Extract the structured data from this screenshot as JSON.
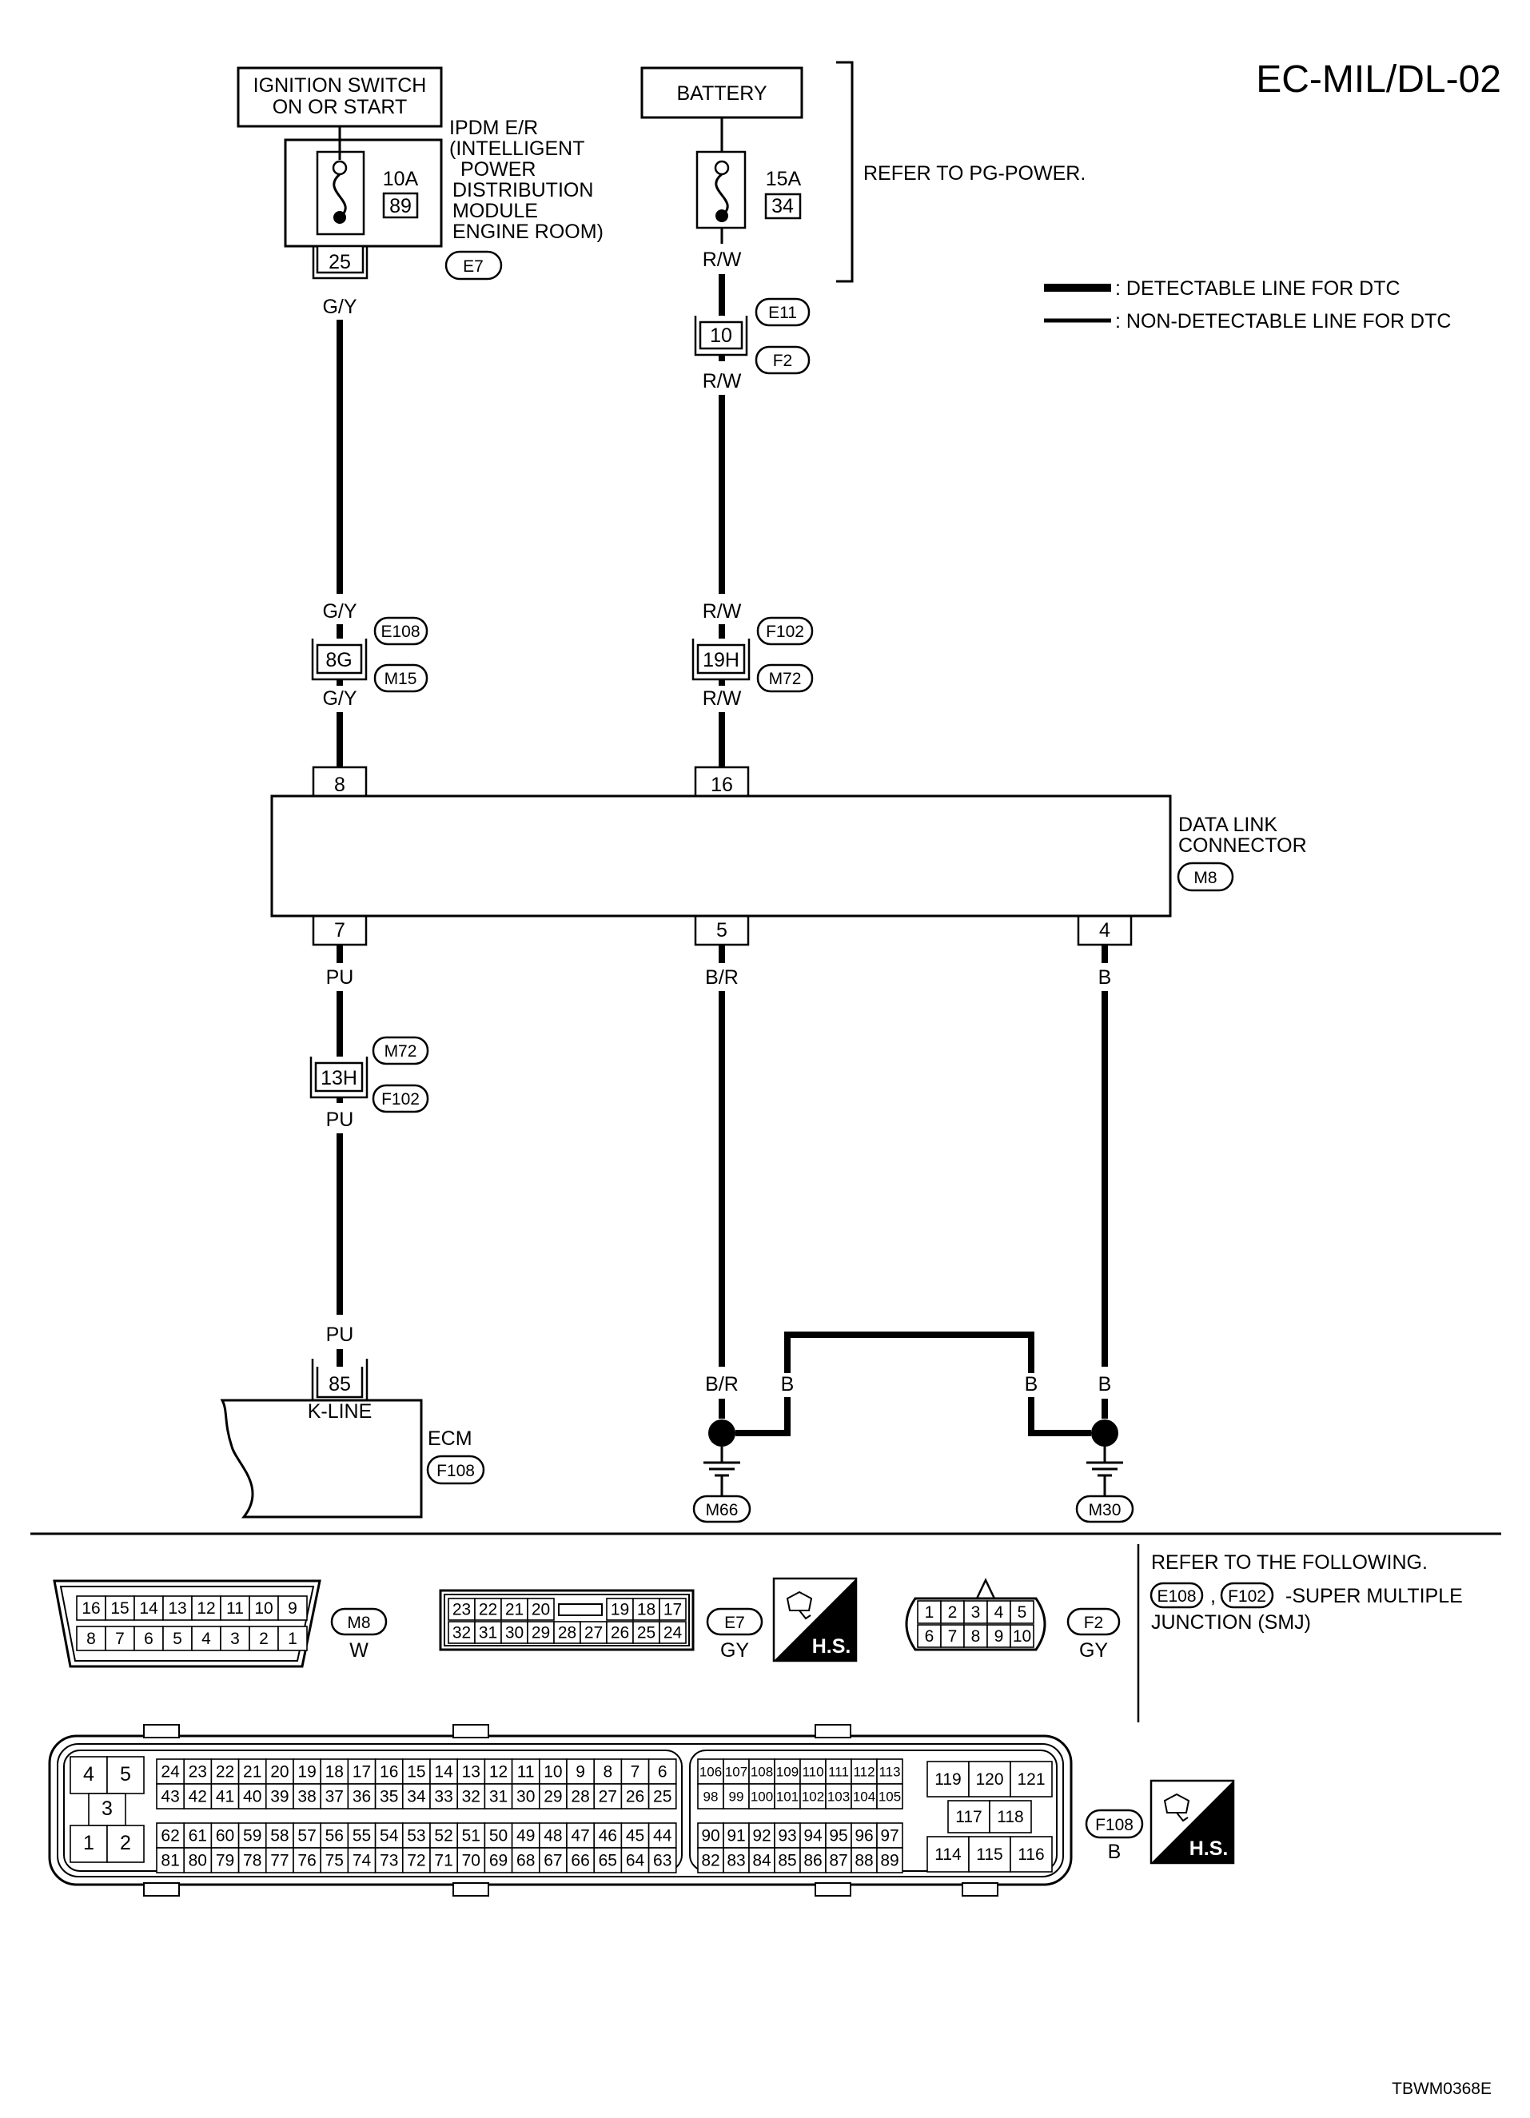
{
  "title": "EC-MIL/DL-02",
  "footer_code": "TBWM0368E",
  "power_sources": {
    "ignition_switch": {
      "line1": "IGNITION SWITCH",
      "line2": "ON OR START"
    },
    "battery": "BATTERY"
  },
  "ipdm": {
    "lines": [
      "IPDM E/R",
      "(INTELLIGENT",
      "POWER",
      "DISTRIBUTION",
      "MODULE",
      "ENGINE ROOM)"
    ],
    "connector": "E7",
    "fuse_amp": "10A",
    "fuse_no": "89",
    "terminal": "25"
  },
  "battery_fuse": {
    "amp": "15A",
    "no": "34"
  },
  "refer_pg": "REFER TO PG-POWER.",
  "legend": {
    "detectable": ": DETECTABLE LINE FOR DTC",
    "non_detectable": ": NON-DETECTABLE LINE FOR DTC"
  },
  "wires": {
    "gy": "G/Y",
    "rw": "R/W",
    "pu": "PU",
    "br": "B/R",
    "b": "B"
  },
  "inline_connectors": {
    "e11_f2": {
      "pin": "10",
      "conn_a": "E11",
      "conn_b": "F2"
    },
    "e108_m15": {
      "pin": "8G",
      "conn_a": "E108",
      "conn_b": "M15"
    },
    "f102_m72": {
      "pin": "19H",
      "conn_a": "F102",
      "conn_b": "M72"
    },
    "m72_f102": {
      "pin": "13H",
      "conn_a": "M72",
      "conn_b": "F102"
    }
  },
  "data_link_connector": {
    "line1": "DATA LINK",
    "line2": "CONNECTOR",
    "connector": "M8",
    "pins_top": [
      "8",
      "16"
    ],
    "pins_bottom": [
      "7",
      "5",
      "4"
    ]
  },
  "ecm": {
    "label": "ECM",
    "connector": "F108",
    "pin": "85",
    "pin_name": "K-LINE"
  },
  "grounds": [
    "M66",
    "M30"
  ],
  "connector_views": {
    "m8": {
      "id": "M8",
      "color": "W",
      "row1": [
        "16",
        "15",
        "14",
        "13",
        "12",
        "11",
        "10",
        "9"
      ],
      "row2": [
        "8",
        "7",
        "6",
        "5",
        "4",
        "3",
        "2",
        "1"
      ]
    },
    "e7": {
      "id": "E7",
      "color": "GY",
      "row1": [
        "23",
        "22",
        "21",
        "20",
        "",
        "19",
        "18",
        "17"
      ],
      "row2": [
        "32",
        "31",
        "30",
        "29",
        "28",
        "27",
        "26",
        "25",
        "24"
      ]
    },
    "f2": {
      "id": "F2",
      "color": "GY",
      "row1": [
        "1",
        "2",
        "3",
        "4",
        "5"
      ],
      "row2": [
        "6",
        "7",
        "8",
        "9",
        "10"
      ]
    },
    "f108": {
      "id": "F108",
      "color": "B",
      "left_block": [
        "4",
        "5",
        "3",
        "1",
        "2"
      ],
      "a_row1": [
        "24",
        "23",
        "22",
        "21",
        "20",
        "19",
        "18",
        "17",
        "16",
        "15",
        "14",
        "13",
        "12",
        "11",
        "10",
        "9",
        "8",
        "7",
        "6"
      ],
      "a_row2": [
        "43",
        "42",
        "41",
        "40",
        "39",
        "38",
        "37",
        "36",
        "35",
        "34",
        "33",
        "32",
        "31",
        "30",
        "29",
        "28",
        "27",
        "26",
        "25"
      ],
      "a_row3": [
        "62",
        "61",
        "60",
        "59",
        "58",
        "57",
        "56",
        "55",
        "54",
        "53",
        "52",
        "51",
        "50",
        "49",
        "48",
        "47",
        "46",
        "45",
        "44"
      ],
      "a_row4": [
        "81",
        "80",
        "79",
        "78",
        "77",
        "76",
        "75",
        "74",
        "73",
        "72",
        "71",
        "70",
        "69",
        "68",
        "67",
        "66",
        "65",
        "64",
        "63"
      ],
      "b_row1": [
        "106",
        "107",
        "108",
        "109",
        "110",
        "111",
        "112",
        "113"
      ],
      "b_row2": [
        "98",
        "99",
        "100",
        "101",
        "102",
        "103",
        "104",
        "105"
      ],
      "b_row3": [
        "90",
        "91",
        "92",
        "93",
        "94",
        "95",
        "96",
        "97"
      ],
      "b_row4": [
        "82",
        "83",
        "84",
        "85",
        "86",
        "87",
        "88",
        "89"
      ],
      "c_block": [
        "119",
        "120",
        "121",
        "117",
        "118",
        "114",
        "115",
        "116"
      ]
    }
  },
  "hs_label": "H.S.",
  "refer_following": {
    "line1": "REFER TO THE FOLLOWING.",
    "conn_a": "E108",
    "sep": ",",
    "conn_b": "F102",
    "line2": "-SUPER MULTIPLE",
    "line3": "JUNCTION (SMJ)"
  }
}
